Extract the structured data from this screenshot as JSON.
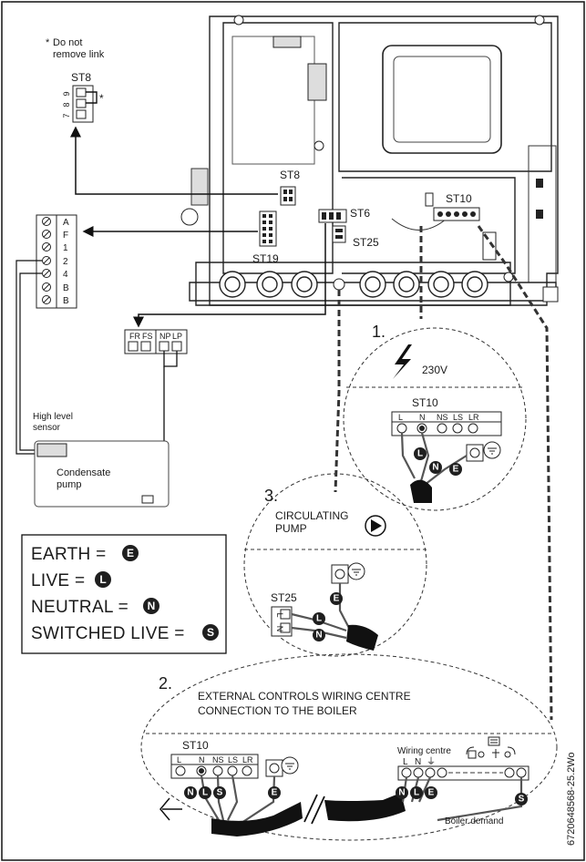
{
  "note": {
    "asterisk": "*",
    "line1": "Do not",
    "line2": "remove link"
  },
  "st8_block": {
    "label": "ST8",
    "pins": [
      "9",
      "8",
      "7"
    ]
  },
  "board_labels": {
    "st8": "ST8",
    "st6": "ST6",
    "st10": "ST10",
    "st25": "ST25",
    "st19": "ST19"
  },
  "terminal_block": {
    "labels": [
      "A",
      "F",
      "1",
      "2",
      "4",
      "B",
      "B"
    ]
  },
  "pump_connector": {
    "labels": [
      "FR",
      "FS",
      "NP",
      "LP"
    ]
  },
  "sensor": {
    "label1": "High level",
    "label2": "sensor"
  },
  "condensate": {
    "label1": "Condensate",
    "label2": "pump"
  },
  "section1": {
    "number": "1.",
    "voltage": "230V",
    "connector": "ST10",
    "terminals": [
      "L",
      "N",
      "NS",
      "LS",
      "LR"
    ],
    "wires": [
      "L",
      "N",
      "E"
    ]
  },
  "section3": {
    "number": "3.",
    "title1": "CIRCULATING",
    "title2": "PUMP",
    "connector": "ST25",
    "terminals": [
      "L",
      "N"
    ],
    "wires": [
      "E",
      "L",
      "N"
    ]
  },
  "legend": [
    {
      "text": "EARTH = ",
      "symbol": "E"
    },
    {
      "text": "LIVE = ",
      "symbol": "L"
    },
    {
      "text": "NEUTRAL = ",
      "symbol": "N"
    },
    {
      "text": "SWITCHED LIVE = ",
      "symbol": "S"
    }
  ],
  "section2": {
    "number": "2.",
    "title1": "EXTERNAL CONTROLS WIRING CENTRE",
    "title2": "CONNECTION TO THE BOILER",
    "connector": "ST10",
    "terminals": [
      "L",
      "N",
      "NS",
      "LS",
      "LR"
    ],
    "wires": [
      "N",
      "L",
      "S",
      "E"
    ],
    "wiring_centre_label": "Wiring centre",
    "wc_terminals": [
      "L",
      "N",
      "⏚"
    ],
    "wc_wires": [
      "N",
      "L",
      "E",
      "S"
    ],
    "boiler_demand": "Boiler demand"
  },
  "doc_id": "6720648568-25.2Wo"
}
